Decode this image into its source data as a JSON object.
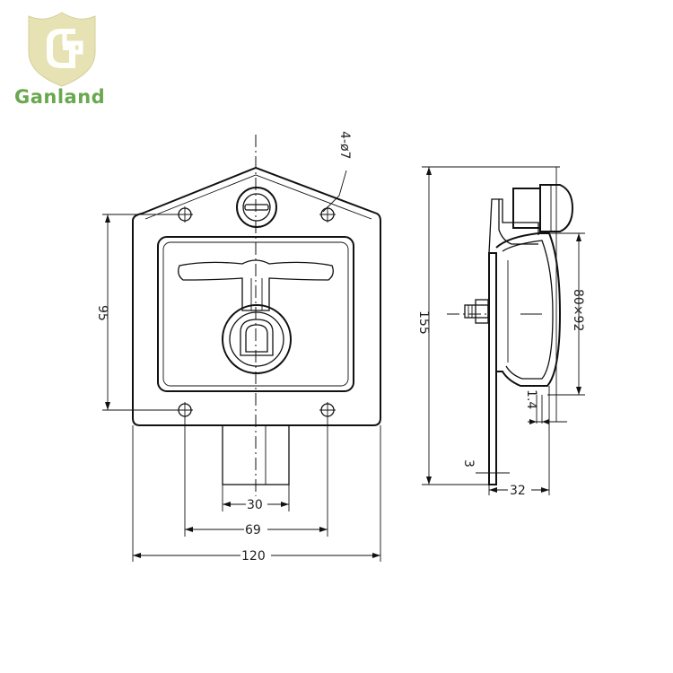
{
  "brand": {
    "name": "Ganland",
    "color": "#6aa84f",
    "shield_light": "#e6e2b4",
    "shield_dark": "#c9c38a"
  },
  "front_view": {
    "holes_label": "4-ø7",
    "dim_height": "95",
    "dim_shaft": "30",
    "dim_holes": "69",
    "dim_width": "120"
  },
  "side_view": {
    "dim_height": "155",
    "dim_cutout": "80×92",
    "dim_thickness": "1.4",
    "dim_stem": "3",
    "dim_depth": "32"
  }
}
